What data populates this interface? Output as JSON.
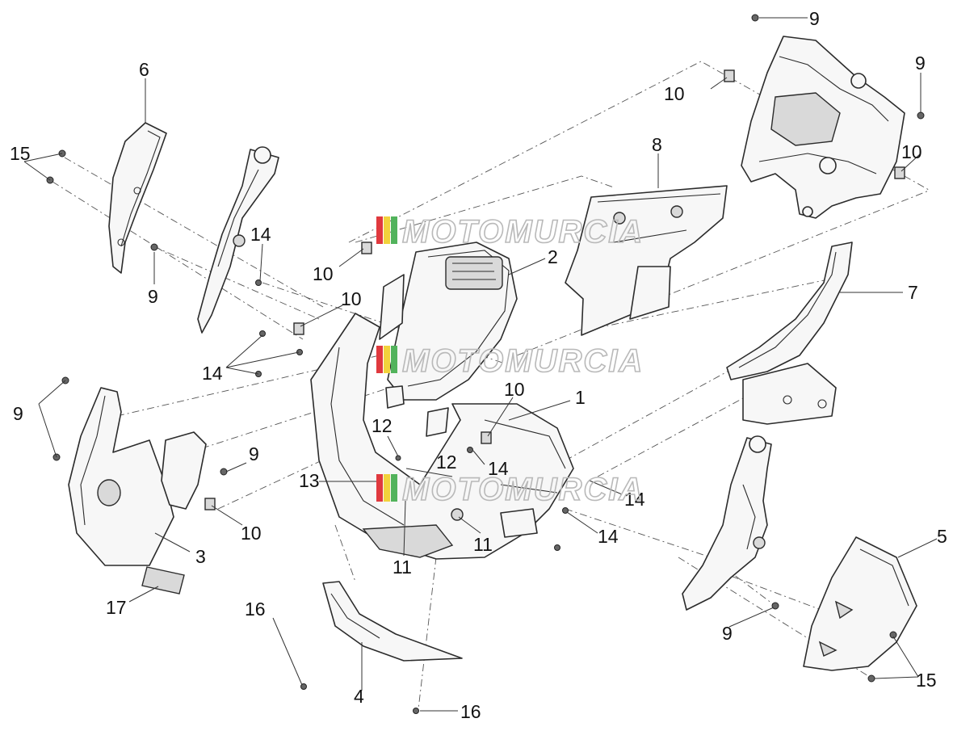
{
  "diagram": {
    "callouts": [
      {
        "id": "c1",
        "text": "1"
      },
      {
        "id": "c2",
        "text": "2"
      },
      {
        "id": "c3",
        "text": "3"
      },
      {
        "id": "c4",
        "text": "4"
      },
      {
        "id": "c5",
        "text": "5"
      },
      {
        "id": "c6",
        "text": "6"
      },
      {
        "id": "c7",
        "text": "7"
      },
      {
        "id": "c8",
        "text": "8"
      },
      {
        "id": "c9a",
        "text": "9"
      },
      {
        "id": "c9b",
        "text": "9"
      },
      {
        "id": "c9c",
        "text": "9"
      },
      {
        "id": "c9d",
        "text": "9"
      },
      {
        "id": "c9e",
        "text": "9"
      },
      {
        "id": "c9f",
        "text": "9"
      },
      {
        "id": "c10a",
        "text": "10"
      },
      {
        "id": "c10b",
        "text": "10"
      },
      {
        "id": "c10c",
        "text": "10"
      },
      {
        "id": "c10d",
        "text": "10"
      },
      {
        "id": "c10e",
        "text": "10"
      },
      {
        "id": "c10f",
        "text": "10"
      },
      {
        "id": "c11a",
        "text": "11"
      },
      {
        "id": "c11b",
        "text": "11"
      },
      {
        "id": "c12a",
        "text": "12"
      },
      {
        "id": "c12b",
        "text": "12"
      },
      {
        "id": "c13",
        "text": "13"
      },
      {
        "id": "c14a",
        "text": "14"
      },
      {
        "id": "c14b",
        "text": "14"
      },
      {
        "id": "c14c",
        "text": "14"
      },
      {
        "id": "c14d",
        "text": "14"
      },
      {
        "id": "c14e",
        "text": "14"
      },
      {
        "id": "c15a",
        "text": "15"
      },
      {
        "id": "c15b",
        "text": "15"
      },
      {
        "id": "c16a",
        "text": "16"
      },
      {
        "id": "c16b",
        "text": "16"
      },
      {
        "id": "c17",
        "text": "17"
      }
    ],
    "watermark": {
      "text": "MOTOMURCIA",
      "colors": {
        "red": "#e0393e",
        "yellow": "#f2d23c",
        "green": "#52b35c",
        "outline": "#b9b9b9"
      }
    }
  }
}
